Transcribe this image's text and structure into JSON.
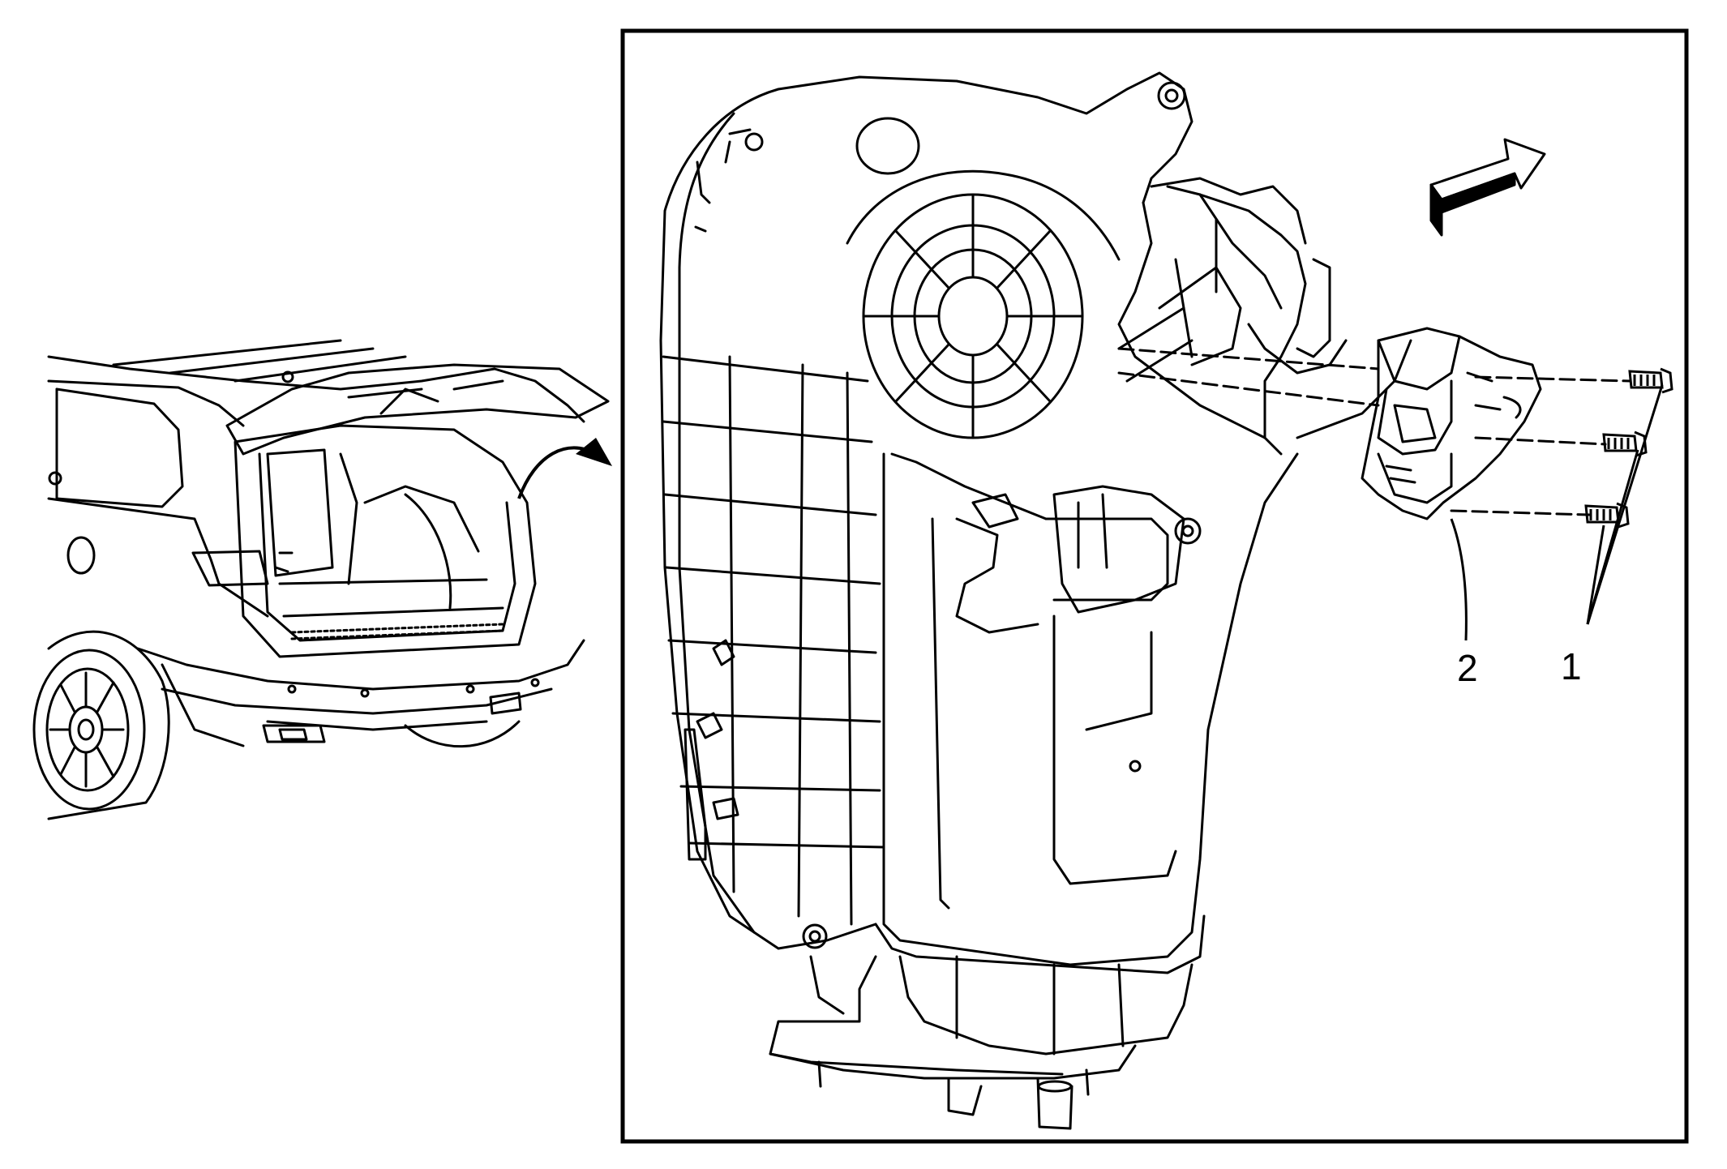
{
  "diagram": {
    "callouts": [
      {
        "id": "fastener",
        "label": "1"
      },
      {
        "id": "actuator",
        "label": "2"
      }
    ]
  },
  "colors": {
    "line": "#000000",
    "background": "#ffffff",
    "arrow_fill": "#000000"
  },
  "icons": [
    "vehicle-rear-view-icon",
    "direction-arrow-icon",
    "curved-arrow-icon",
    "fastener-icon"
  ]
}
